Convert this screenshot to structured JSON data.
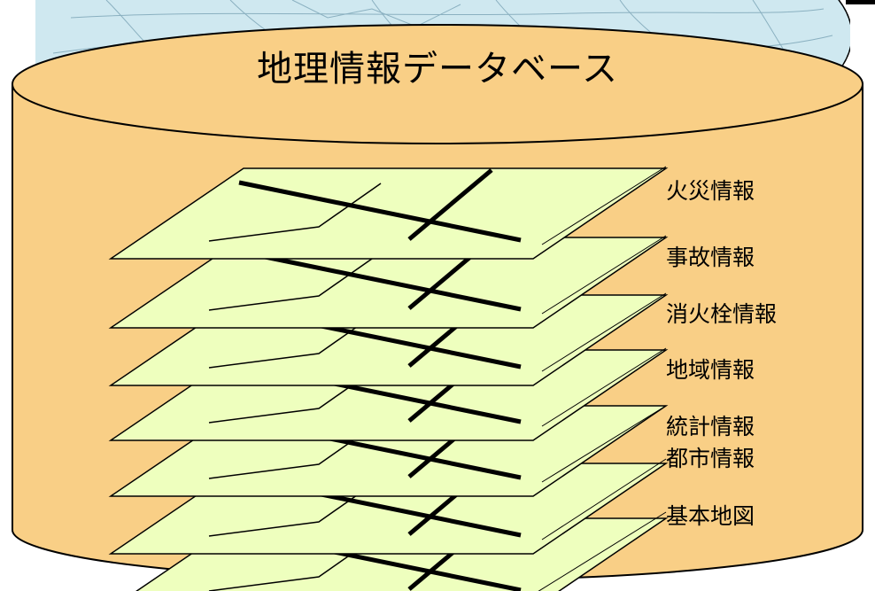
{
  "title": "地理情報データベース",
  "layers": [
    {
      "label": "火災情報"
    },
    {
      "label": "事故情報"
    },
    {
      "label": "消火栓情報"
    },
    {
      "label": "地域情報"
    },
    {
      "label": "統計情報"
    },
    {
      "label": "都市情報"
    },
    {
      "label": "基本地図"
    }
  ],
  "colors": {
    "cylinder": "#f9cf86",
    "layer": "#eeffbe",
    "globe": "#cfe8f0",
    "outline": "#000000"
  }
}
